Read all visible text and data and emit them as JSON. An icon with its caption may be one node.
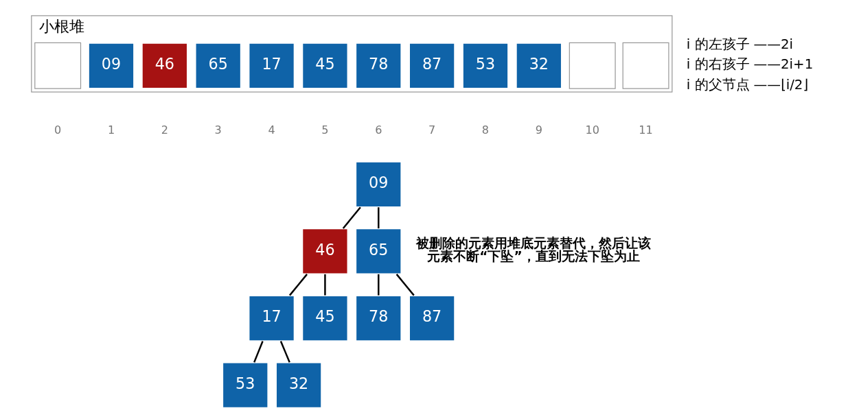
{
  "diagram": {
    "nodes": [
      {
        "text": [
          "小根堆"
        ]
      },
      {
        "text": [],
        "shape": "box",
        "in": 0,
        "beside": [
          "0"
        ]
      },
      {
        "text": [
          "09"
        ],
        "in": 0,
        "beside": [
          "1"
        ]
      },
      {
        "text": [
          "46"
        ],
        "in": 0,
        "beside": [
          "2"
        ]
      },
      {
        "text": [
          "65"
        ],
        "in": 0,
        "beside": [
          "3"
        ]
      },
      {
        "text": [
          "17"
        ],
        "in": 0,
        "beside": [
          "4"
        ]
      },
      {
        "text": [
          "45"
        ],
        "in": 0,
        "beside": [
          "5"
        ]
      },
      {
        "text": [
          "78"
        ],
        "in": 0,
        "beside": [
          "6"
        ]
      },
      {
        "text": [
          "87"
        ],
        "in": 0,
        "beside": [
          "7"
        ]
      },
      {
        "text": [
          "53"
        ],
        "in": 0,
        "beside": [
          "8"
        ]
      },
      {
        "text": [
          "32"
        ],
        "in": 0,
        "beside": [
          "9"
        ]
      },
      {
        "text": [],
        "shape": "box",
        "in": 0,
        "beside": [
          "10"
        ]
      },
      {
        "text": [],
        "shape": "box",
        "in": 0,
        "beside": [
          "11"
        ]
      },
      {
        "text": [
          "09"
        ]
      },
      {
        "text": [
          "46"
        ]
      },
      {
        "text": [
          "65"
        ]
      },
      {
        "text": [
          "17"
        ]
      },
      {
        "text": [
          "45"
        ]
      },
      {
        "text": [
          "78"
        ]
      },
      {
        "text": [
          "87"
        ]
      },
      {
        "text": [
          "53"
        ]
      },
      {
        "text": [
          "32"
        ]
      }
    ],
    "edges": [
      {
        "from": 13,
        "to": 14,
        "arrow": "none"
      },
      {
        "from": 13,
        "to": 15,
        "arrow": "none"
      },
      {
        "from": 14,
        "to": 16,
        "arrow": "none"
      },
      {
        "from": 14,
        "to": 17,
        "arrow": "none"
      },
      {
        "from": 15,
        "to": 18,
        "arrow": "none"
      },
      {
        "from": 15,
        "to": 19,
        "arrow": "none"
      },
      {
        "from": 16,
        "to": 20,
        "arrow": "none"
      },
      {
        "from": 16,
        "to": 21,
        "arrow": "none"
      }
    ],
    "labels": [
      "i 的左孩子",
      "——2i",
      "i 的右孩子",
      "——2i+1",
      "i 的父节点",
      "——⌊i/2⌋",
      "被删除的元素用堆底元素替代，然后让该元素不断“下坠”，直到无法下坠为止"
    ]
  }
}
